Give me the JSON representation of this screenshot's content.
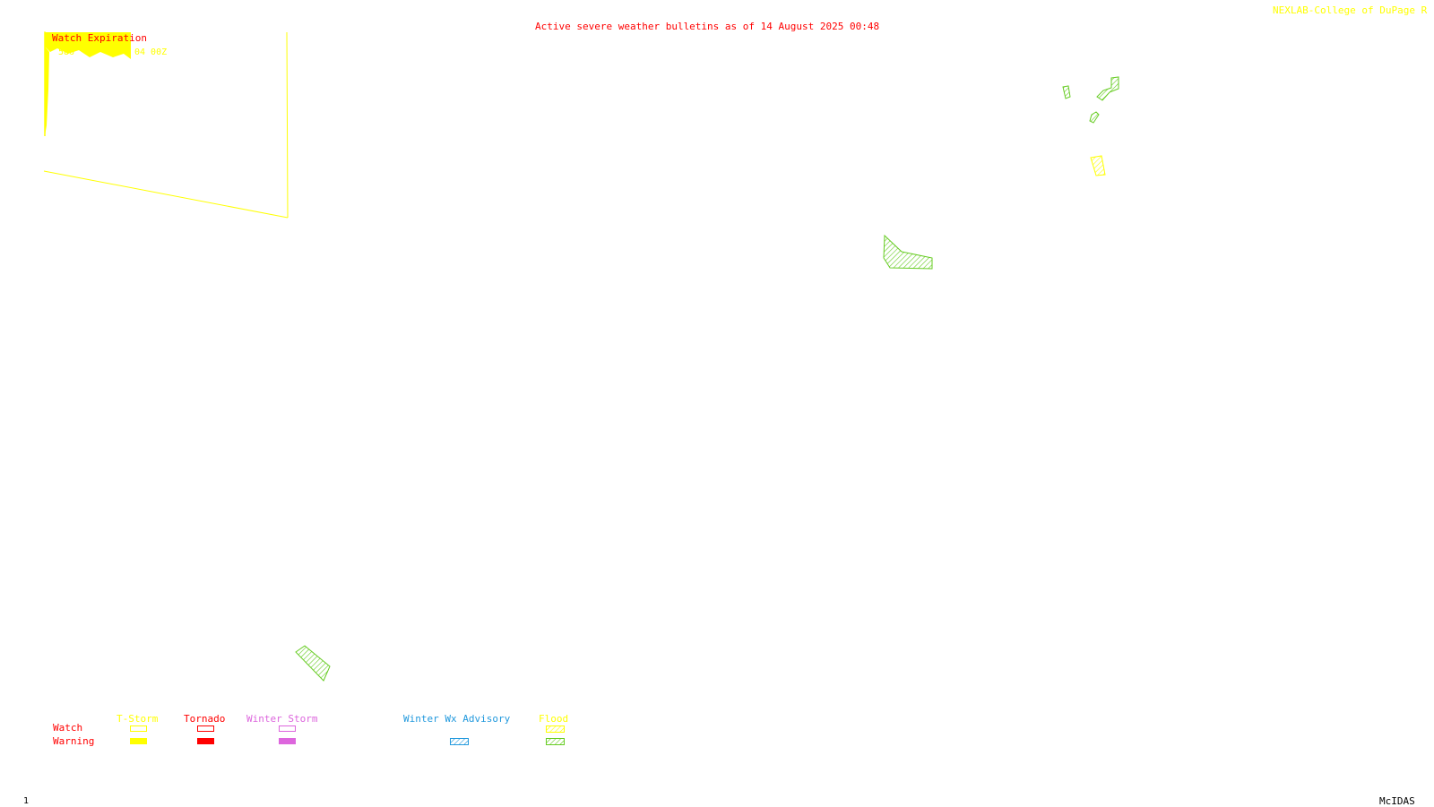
{
  "header": {
    "title": "Active severe weather bulletins as of 14 August 2025 00:48",
    "credit": "NEXLAB-College of DuPage R"
  },
  "watch_box": {
    "title": "Watch Expiration",
    "watch_number": "586",
    "expiration": "04 00Z"
  },
  "legend": {
    "row_labels": {
      "watch": "Watch",
      "warning": "Warning"
    },
    "columns": [
      {
        "label": "T-Storm"
      },
      {
        "label": "Tornado"
      },
      {
        "label": "Winter Storm"
      },
      {
        "label": "Winter Wx Advisory"
      },
      {
        "label": "Flood"
      }
    ]
  },
  "footer": {
    "frame_number": "1",
    "software": "McIDAS"
  },
  "colors": {
    "title": "#ff0000",
    "credit": "#ffff00",
    "tstorm": "#ffff00",
    "tornado": "#ff0000",
    "winter_storm": "#dd66dd",
    "winter_advisory": "#2299dd",
    "flood": "#66cc22",
    "footer_text": "#000000"
  }
}
